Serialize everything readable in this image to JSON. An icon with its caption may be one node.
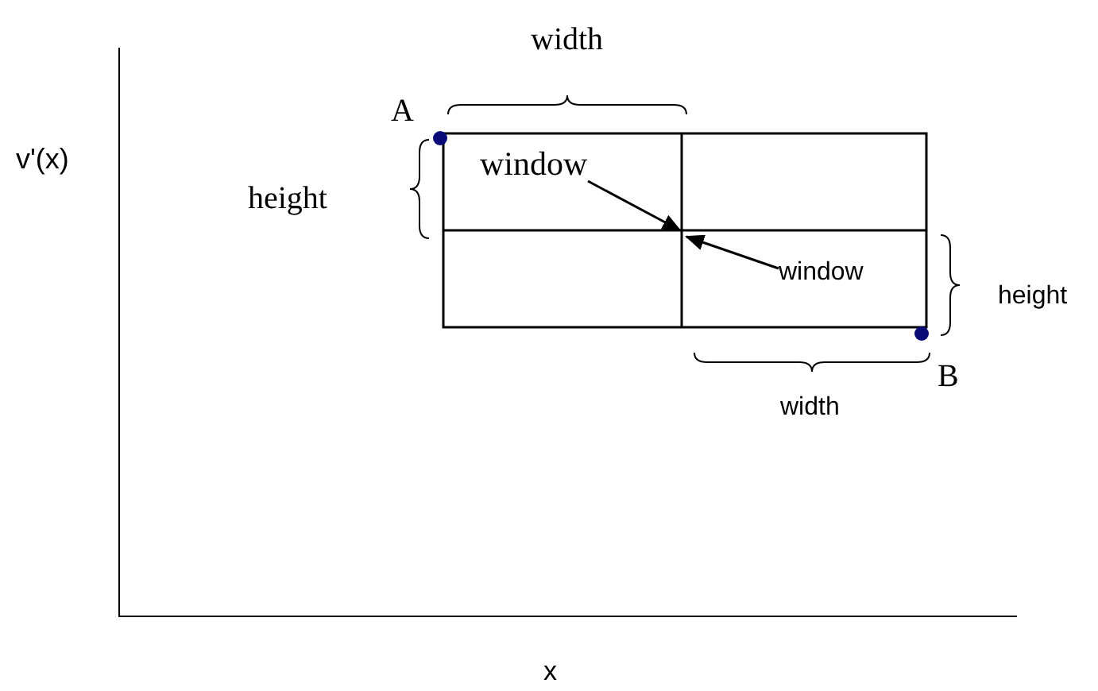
{
  "diagram": {
    "nodes": [
      {
        "text": [
          "window"
        ]
      },
      {
        "text": [
          "window"
        ]
      }
    ],
    "edges": [
      {
        "from": 0,
        "to": null,
        "arrow": "to"
      },
      {
        "from": 1,
        "to": null,
        "arrow": "to"
      }
    ],
    "labels": [
      "width",
      "A",
      "v'(x)",
      "height",
      "height",
      "B",
      "width",
      "x"
    ]
  }
}
